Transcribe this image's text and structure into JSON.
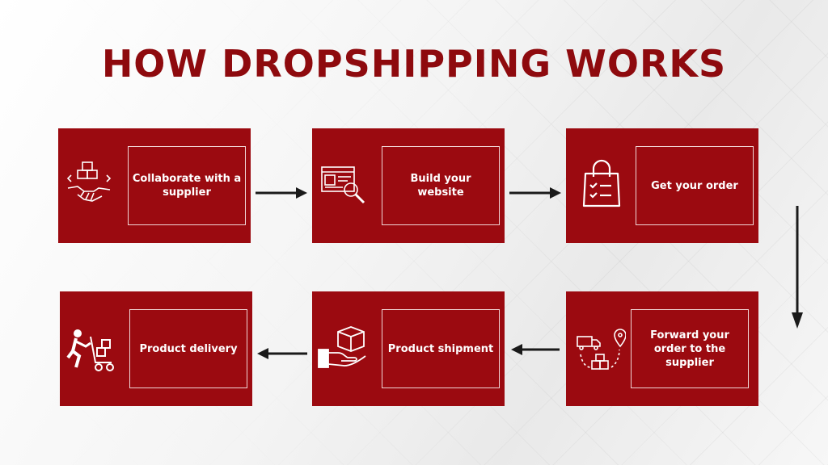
{
  "title": "HOW DROPSHIPPING WORKS",
  "colors": {
    "accent": "#9b0a10",
    "title": "#8e0a0e",
    "arrow": "#1a1a1a"
  },
  "steps": [
    {
      "label": "Collaborate with a supplier",
      "icon": "handshake-boxes-icon"
    },
    {
      "label": "Build your website",
      "icon": "website-search-icon"
    },
    {
      "label": "Get your order",
      "icon": "shopping-bag-icon"
    },
    {
      "label": "Forward your order to the supplier",
      "icon": "delivery-truck-location-icon"
    },
    {
      "label": "Product shipment",
      "icon": "hand-box-icon"
    },
    {
      "label": "Product delivery",
      "icon": "delivery-person-cart-icon"
    }
  ]
}
